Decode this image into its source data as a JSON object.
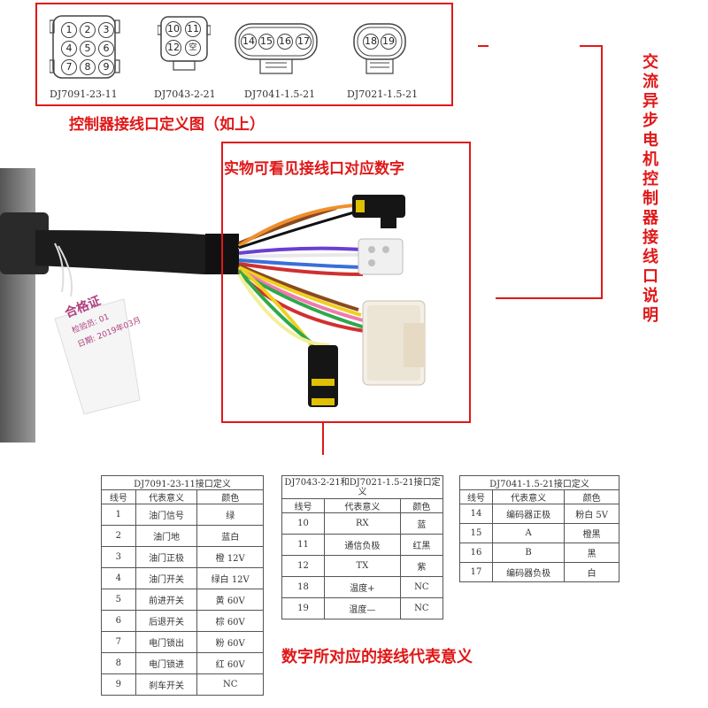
{
  "connectors": [
    {
      "label": "DJ7091-23-11",
      "pins": [
        "1",
        "2",
        "3",
        "4",
        "5",
        "6",
        "7",
        "8",
        "9"
      ]
    },
    {
      "label": "DJ7043-2-21",
      "pins": [
        "10",
        "11",
        "12",
        "空"
      ]
    },
    {
      "label": "DJ7041-1.5-21",
      "pins": [
        "14",
        "15",
        "16",
        "17"
      ]
    },
    {
      "label": "DJ7021-1.5-21",
      "pins": [
        "18",
        "19"
      ]
    }
  ],
  "top_title": "控制器接线口定义图（如上）",
  "photo_title": "实物可看见接线口对应数字",
  "vertical_title": [
    "交",
    "流",
    "异",
    "步",
    "电",
    "机",
    "控",
    "制",
    "器",
    "接",
    "线",
    "口",
    "说",
    "明"
  ],
  "tag": {
    "line1": "合格证",
    "line2": "检验员: 01",
    "line3": "日期: 2019年03月"
  },
  "table1": {
    "title": "DJ7091-23-11接口定义",
    "headers": [
      "线号",
      "代表意义",
      "颜色"
    ],
    "rows": [
      [
        "1",
        "油门信号",
        "绿"
      ],
      [
        "2",
        "油门地",
        "蓝白"
      ],
      [
        "3",
        "油门正极",
        "橙 12V"
      ],
      [
        "4",
        "油门开关",
        "绿白 12V"
      ],
      [
        "5",
        "前进开关",
        "黄 60V"
      ],
      [
        "6",
        "后退开关",
        "棕 60V"
      ],
      [
        "7",
        "电门锁出",
        "粉 60V"
      ],
      [
        "8",
        "电门锁进",
        "红 60V"
      ],
      [
        "9",
        "刹车开关",
        "NC"
      ]
    ]
  },
  "table2": {
    "title": "DJ7043-2-21和DJ7021-1.5-21接口定义",
    "headers": [
      "线号",
      "代表意义",
      "颜色"
    ],
    "rows": [
      [
        "10",
        "RX",
        "蓝"
      ],
      [
        "11",
        "通信负极",
        "红黑"
      ],
      [
        "12",
        "TX",
        "紫"
      ],
      [
        "18",
        "温度+",
        "NC"
      ],
      [
        "19",
        "温度—",
        "NC"
      ]
    ]
  },
  "table3": {
    "title": "DJ7041-1.5-21接口定义",
    "headers": [
      "线号",
      "代表意义",
      "颜色"
    ],
    "rows": [
      [
        "14",
        "编码器正极",
        "粉白 5V"
      ],
      [
        "15",
        "A",
        "橙黑"
      ],
      [
        "16",
        "B",
        "黑"
      ],
      [
        "17",
        "编码器负极",
        "白"
      ]
    ]
  },
  "bottom_title": "数字所对应的接线代表意义",
  "colors": {
    "accent": "#e01818"
  }
}
